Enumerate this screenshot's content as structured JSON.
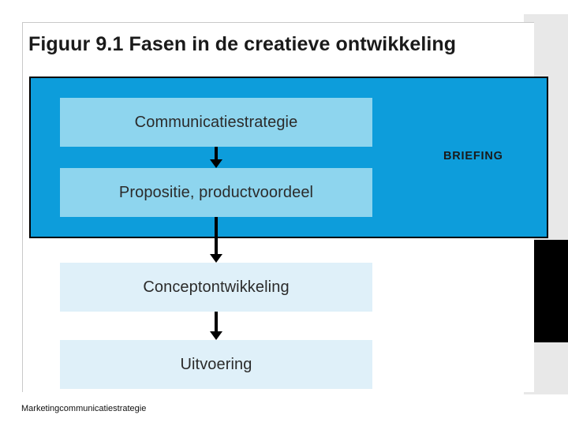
{
  "slide": {
    "title": "Figuur 9.1  Fasen in de creatieve ontwikkeling",
    "footer": "Marketingcommunicatiestrategie"
  },
  "briefing": {
    "label": "BRIEFING",
    "panel_color": "#0d9ddb",
    "border_color": "#000000"
  },
  "flow": {
    "steps": [
      {
        "label": "Communicatiestrategie",
        "color": "#8ed5ee",
        "inside_briefing": true
      },
      {
        "label": "Propositie, productvoordeel",
        "color": "#8ed5ee",
        "inside_briefing": true
      },
      {
        "label": "Conceptontwikkeling",
        "color": "#dff0f9",
        "inside_briefing": false
      },
      {
        "label": "Uitvoering",
        "color": "#dff0f9",
        "inside_briefing": false
      }
    ],
    "connectors": [
      {
        "name": "arrow-strategie-to-propositie",
        "icon": "arrow-down-icon"
      },
      {
        "name": "arrow-propositie-to-concept",
        "icon": "arrow-down-icon"
      },
      {
        "name": "arrow-concept-to-uitvoering",
        "icon": "arrow-down-icon"
      }
    ]
  }
}
